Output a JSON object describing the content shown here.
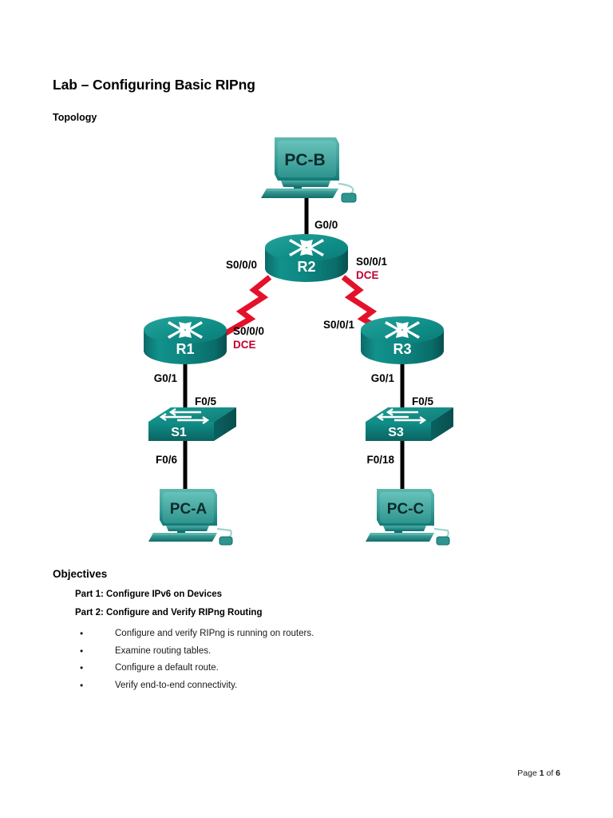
{
  "document": {
    "title": "Lab – Configuring Basic RIPng",
    "topology_heading": "Topology",
    "objectives_heading": "Objectives",
    "parts": [
      "Part 1: Configure IPv6 on Devices",
      "Part 2: Configure and Verify RIPng Routing"
    ],
    "bullets": [
      "Configure and verify RIPng is running on routers.",
      "Examine routing tables.",
      "Configure a default route.",
      "Verify end-to-end connectivity."
    ],
    "footer": {
      "prefix": "Page ",
      "current_page": "1",
      "middle": " of ",
      "total_pages": "6"
    }
  },
  "topology": {
    "colors": {
      "device_teal": "#0d7d7d",
      "device_teal_light": "#3fa6a0",
      "device_top": "#149a94",
      "link_black": "#000000",
      "link_red": "#e4112b",
      "dce_text": "#c00032"
    },
    "devices": [
      {
        "id": "pc-b",
        "type": "pc",
        "label": "PC-B"
      },
      {
        "id": "r2",
        "type": "router",
        "label": "R2"
      },
      {
        "id": "r1",
        "type": "router",
        "label": "R1"
      },
      {
        "id": "r3",
        "type": "router",
        "label": "R3"
      },
      {
        "id": "s1",
        "type": "switch",
        "label": "S1"
      },
      {
        "id": "s3",
        "type": "switch",
        "label": "S3"
      },
      {
        "id": "pc-a",
        "type": "pc",
        "label": "PC-A"
      },
      {
        "id": "pc-c",
        "type": "pc",
        "label": "PC-C"
      }
    ],
    "interface_labels": [
      {
        "id": "pcb-r2",
        "text": "G0/0"
      },
      {
        "id": "r2-left",
        "text": "S0/0/0"
      },
      {
        "id": "r2-right",
        "text": "S0/0/1"
      },
      {
        "id": "r2-right-dce",
        "text": "DCE"
      },
      {
        "id": "r1-serial",
        "text": "S0/0/0"
      },
      {
        "id": "r1-serial-dce",
        "text": "DCE"
      },
      {
        "id": "r3-serial",
        "text": "S0/0/1"
      },
      {
        "id": "r1-lan",
        "text": "G0/1"
      },
      {
        "id": "r3-lan",
        "text": "G0/1"
      },
      {
        "id": "s1-up",
        "text": "F0/5"
      },
      {
        "id": "s3-up",
        "text": "F0/5"
      },
      {
        "id": "s1-down",
        "text": "F0/6"
      },
      {
        "id": "s3-down",
        "text": "F0/18"
      }
    ]
  }
}
